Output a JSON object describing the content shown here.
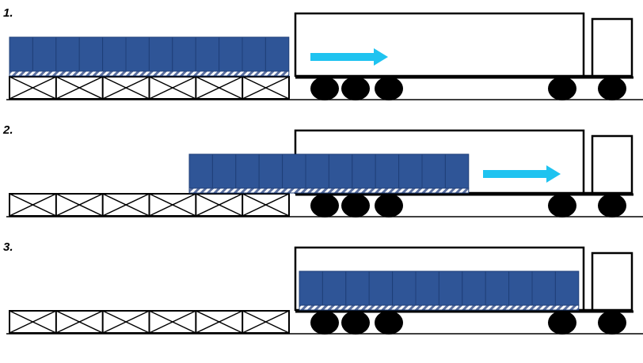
{
  "colors": {
    "cargo_fill": "#2f5597",
    "cargo_divider": "#1f3f78",
    "pallet_stripe": "#5a6fa0",
    "arrow": "#1fc3f0",
    "outline": "#000000",
    "ground": "#000000",
    "wheel": "#000000"
  },
  "icons": [
    "right-arrow-icon",
    "truck-icon",
    "wheel-icon",
    "conveyor-rack-icon"
  ],
  "steps": [
    {
      "label": "1.",
      "cargo_units": 12,
      "cargo_position": "on-platform",
      "arrow": "inside-trailer"
    },
    {
      "label": "2.",
      "cargo_units": 12,
      "cargo_position": "half-loaded",
      "arrow": "inside-trailer"
    },
    {
      "label": "3.",
      "cargo_units": 12,
      "cargo_position": "fully-loaded",
      "arrow": "none"
    }
  ]
}
